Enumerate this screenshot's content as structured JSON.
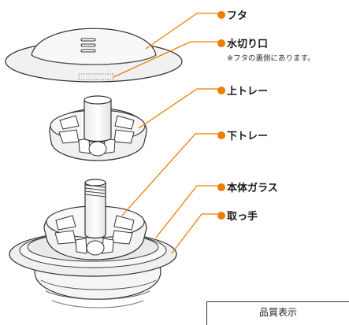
{
  "accent_color": "#ee7d00",
  "labels": {
    "lid": "フタ",
    "drain": "水切り口",
    "upper_tray": "上トレー",
    "lower_tray": "下トレー",
    "glass_body": "本体ガラス",
    "handle": "取っ手"
  },
  "notes": {
    "drain_note": "※フタの裏側にあります。"
  },
  "quality_box": {
    "title": "品質表示"
  }
}
